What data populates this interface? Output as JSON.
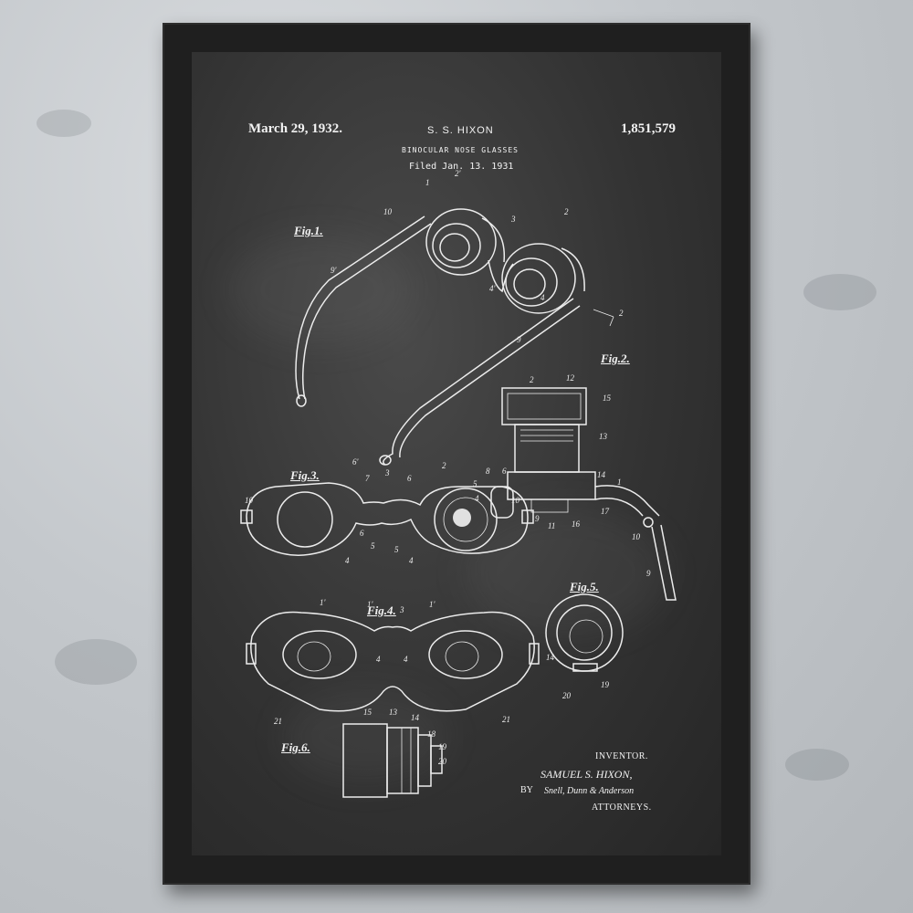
{
  "patent": {
    "date": "March 29, 1932.",
    "inventor_header": "S. S. HIXON",
    "number": "1,851,579",
    "title": "BINOCULAR NOSE GLASSES",
    "filed": "Filed Jan. 13. 1931"
  },
  "figures": {
    "fig1": "Fig.1.",
    "fig2": "Fig.2.",
    "fig3": "Fig.3.",
    "fig4": "Fig.4.",
    "fig5": "Fig.5.",
    "fig6": "Fig.6."
  },
  "signature": {
    "inventor_label": "INVENTOR.",
    "name": "SAMUEL S. HIXON,",
    "by": "BY",
    "attorneys_signature": "Snell, Dunn & Anderson",
    "attorneys_label": "ATTORNEYS."
  },
  "colors": {
    "frame": "#1f1f1f",
    "chalkboard": "#333333",
    "chalk": "#f2f2f2",
    "wall": "#c4c8cc"
  }
}
